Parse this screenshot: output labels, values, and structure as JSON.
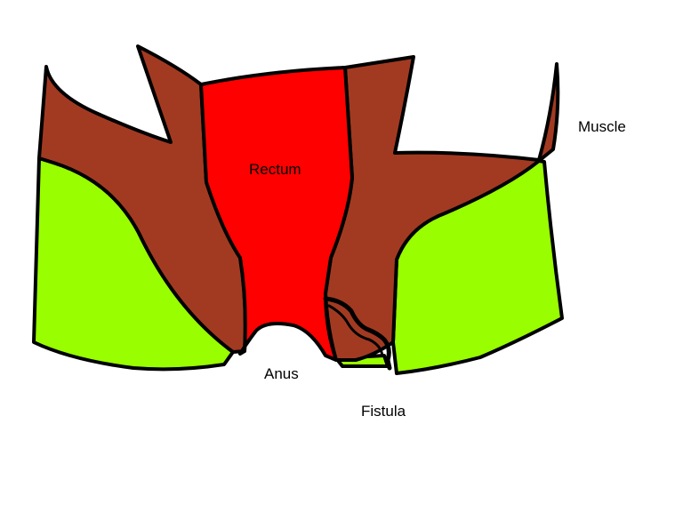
{
  "labels": {
    "muscle": "Muscle",
    "rectum": "Rectum",
    "anus": "Anus",
    "fistula": "Fistula"
  },
  "colors": {
    "muscle": "#a23a22",
    "rectum": "#ff0000",
    "fat": "#99ff00",
    "outline": "#000000"
  }
}
